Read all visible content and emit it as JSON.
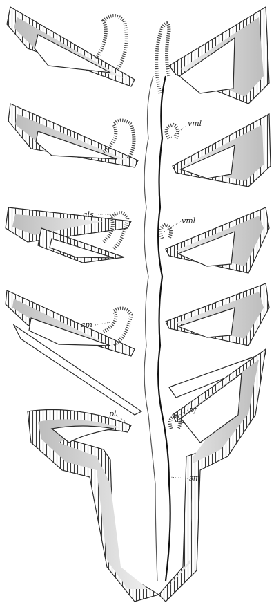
{
  "labels": {
    "vml_upper": "vml",
    "vml_middle": "vml",
    "als": "als",
    "am": "am",
    "pl": "pl",
    "pf": "pf",
    "sm": "sm"
  },
  "colors": {
    "outline": "#2a2a2a",
    "cell_tick": "#3a3a3a",
    "shading": "#c9c9c9",
    "midline": "#111111",
    "background": "#ffffff"
  }
}
